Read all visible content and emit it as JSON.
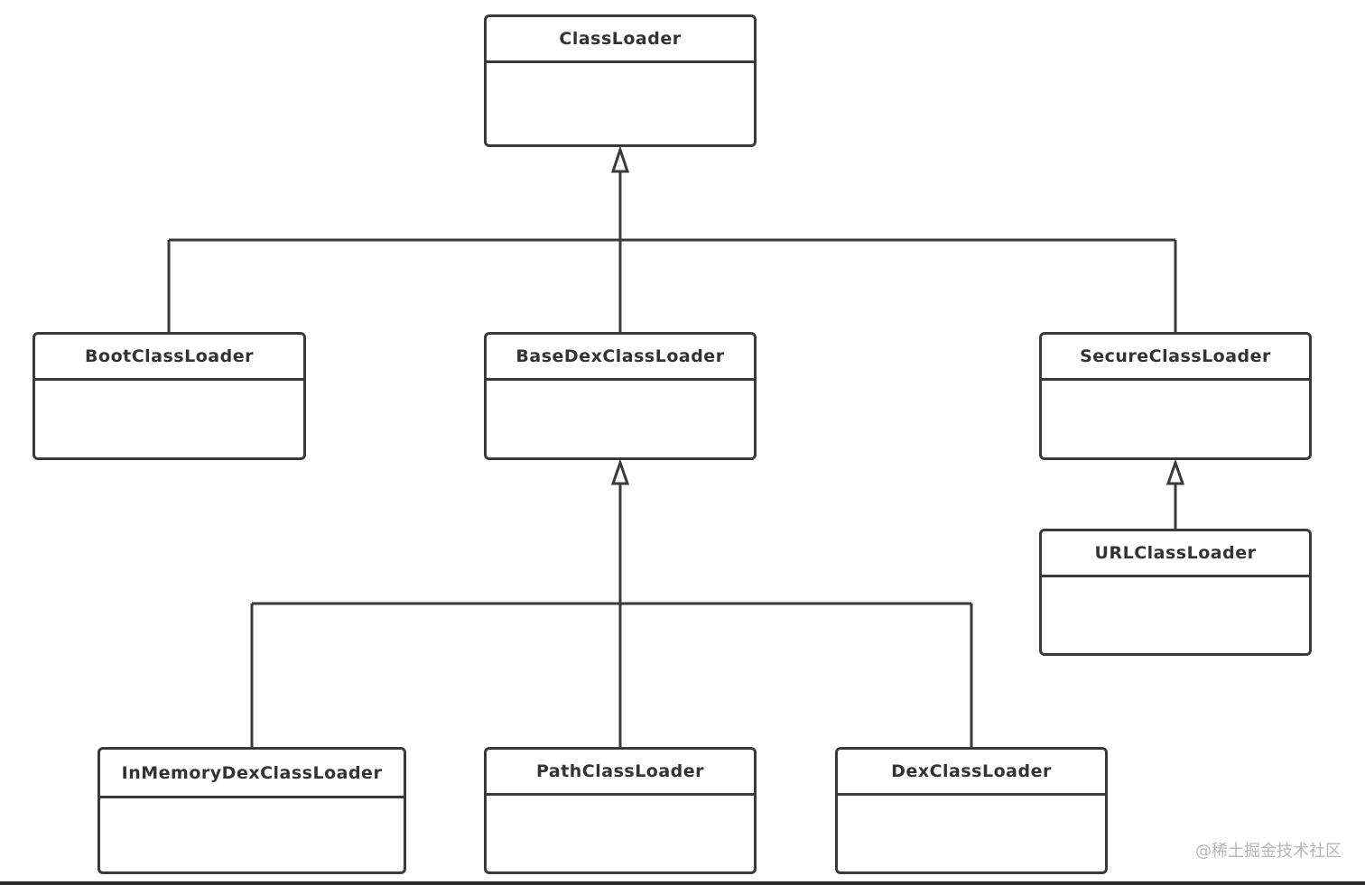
{
  "diagram": {
    "classes": {
      "classloader": "ClassLoader",
      "bootclassloader": "BootClassLoader",
      "basedexclassloader": "BaseDexClassLoader",
      "secureclassloader": "SecureClassLoader",
      "urlclassloader": "URLClassLoader",
      "inmemorydexclassloader": "InMemoryDexClassLoader",
      "pathclassloader": "PathClassLoader",
      "dexclassloader": "DexClassLoader"
    },
    "inheritance": [
      {
        "child": "BootClassLoader",
        "parent": "ClassLoader"
      },
      {
        "child": "BaseDexClassLoader",
        "parent": "ClassLoader"
      },
      {
        "child": "SecureClassLoader",
        "parent": "ClassLoader"
      },
      {
        "child": "URLClassLoader",
        "parent": "SecureClassLoader"
      },
      {
        "child": "InMemoryDexClassLoader",
        "parent": "BaseDexClassLoader"
      },
      {
        "child": "PathClassLoader",
        "parent": "BaseDexClassLoader"
      },
      {
        "child": "DexClassLoader",
        "parent": "BaseDexClassLoader"
      }
    ],
    "colors": {
      "line": "#3a3a3a",
      "text": "#333333",
      "background": "#ffffff",
      "watermark": "#b5b5b5"
    }
  },
  "watermark": {
    "text": "@稀土掘金技术社区"
  }
}
